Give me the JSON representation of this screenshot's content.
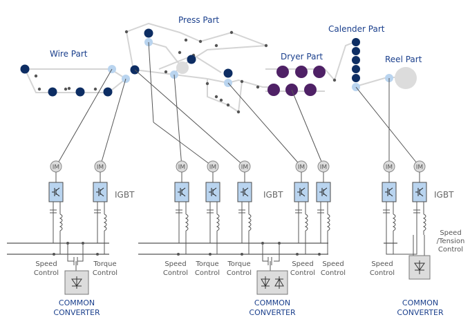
{
  "sections": {
    "wire": "Wire Part",
    "press": "Press Part",
    "dryer": "Dryer Part",
    "calender": "Calender Part",
    "reel": "Reel Part"
  },
  "igbt_label": "IGBT",
  "motor_label": "IM",
  "control": {
    "speed_l1": "Speed",
    "speed_l2": "Control",
    "torque_l1": "Torque",
    "torque_l2": "Control",
    "tension_l1": "Speed",
    "tension_l2": "/Tension",
    "tension_l3": "Control"
  },
  "converter": {
    "l1": "COMMON",
    "l2": "CONVERTER"
  },
  "colors": {
    "dark_roll": "#0d2d63",
    "light_roll": "#b9d4ef",
    "dryer_roll": "#4f2166",
    "felt": "#d4d4d4",
    "label_blue": "#1a3f8c"
  }
}
